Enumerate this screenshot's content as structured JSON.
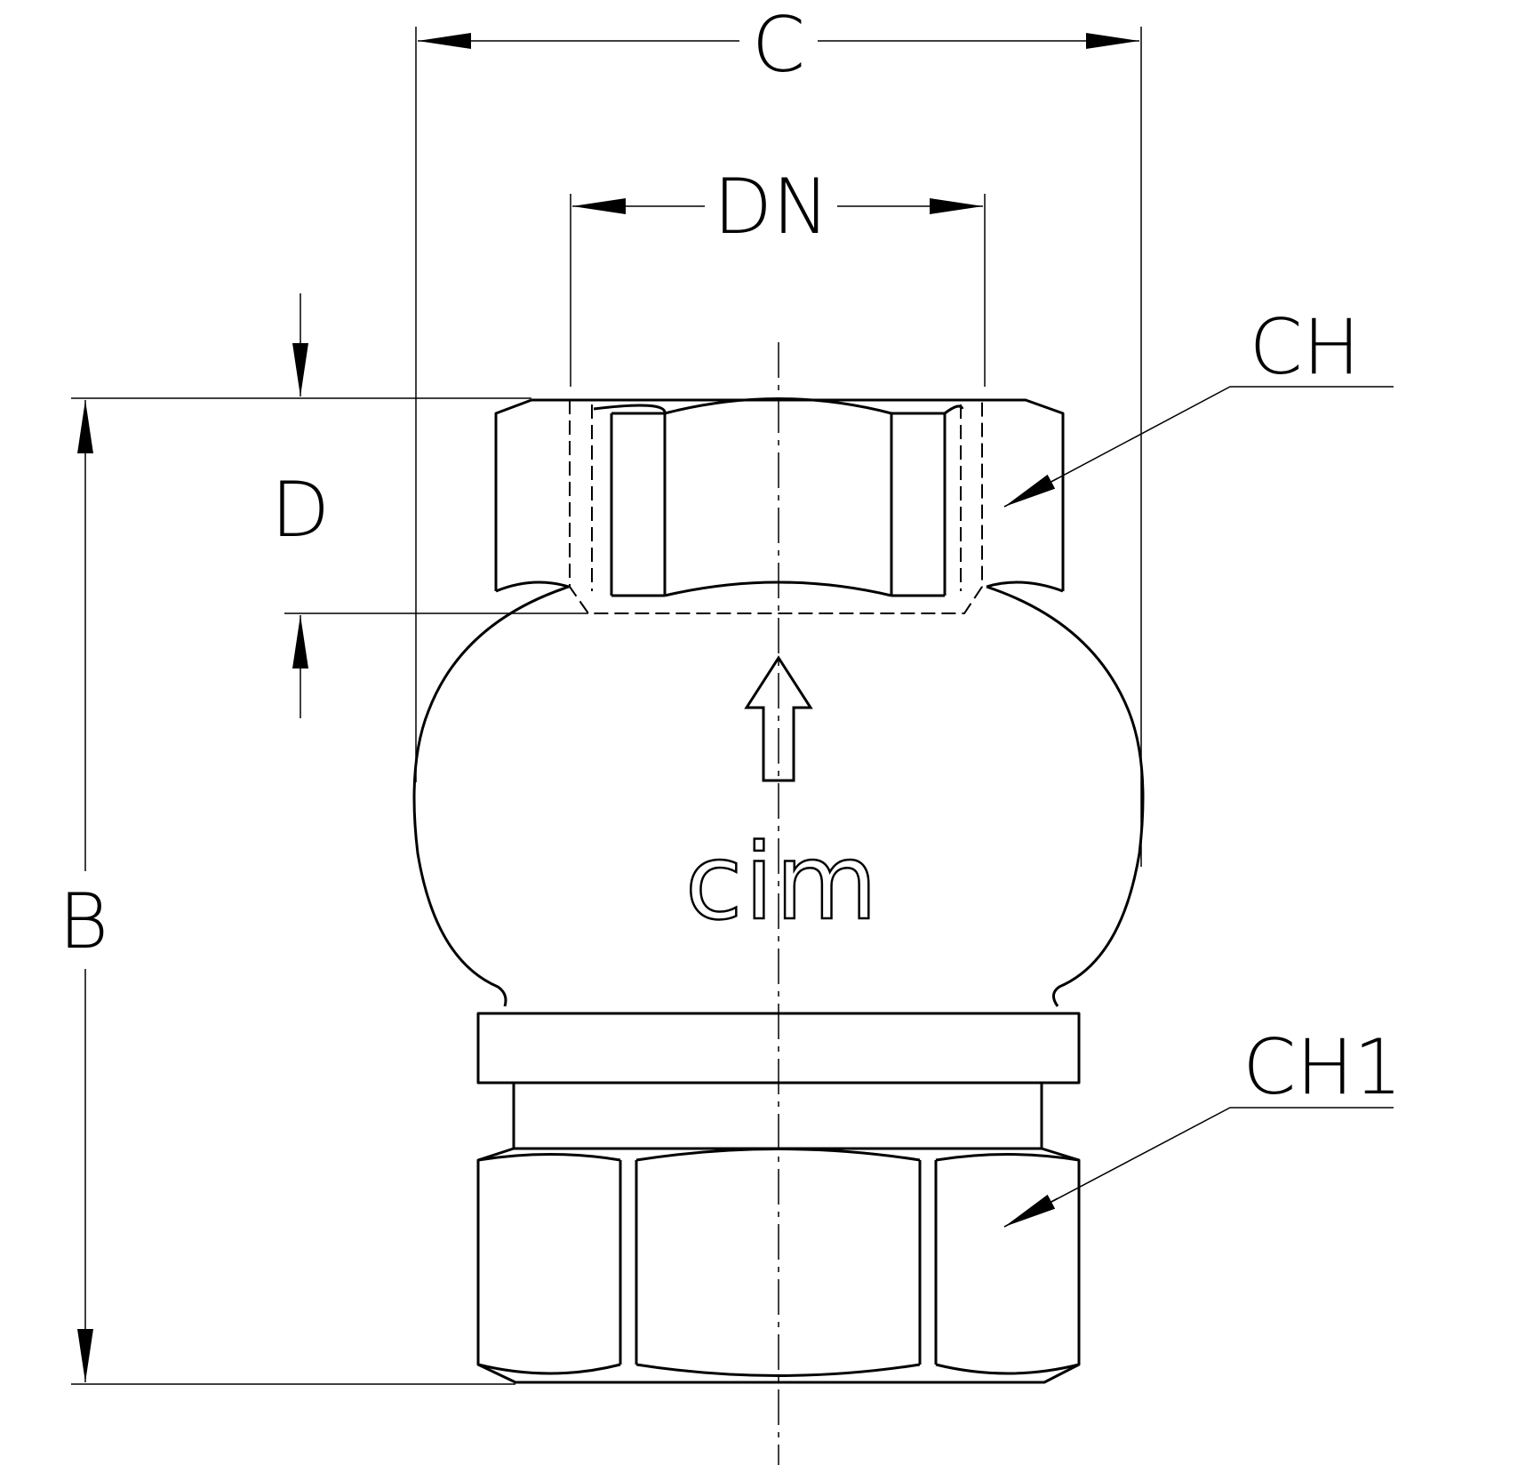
{
  "labels": {
    "width_total": "C",
    "nominal_diameter": "DN",
    "hex_top": "CH",
    "thread_depth": "D",
    "height_total": "B",
    "hex_bottom": "CH1"
  },
  "logo_text": "cim",
  "colors": {
    "line": "#000000",
    "background": "#ffffff"
  }
}
